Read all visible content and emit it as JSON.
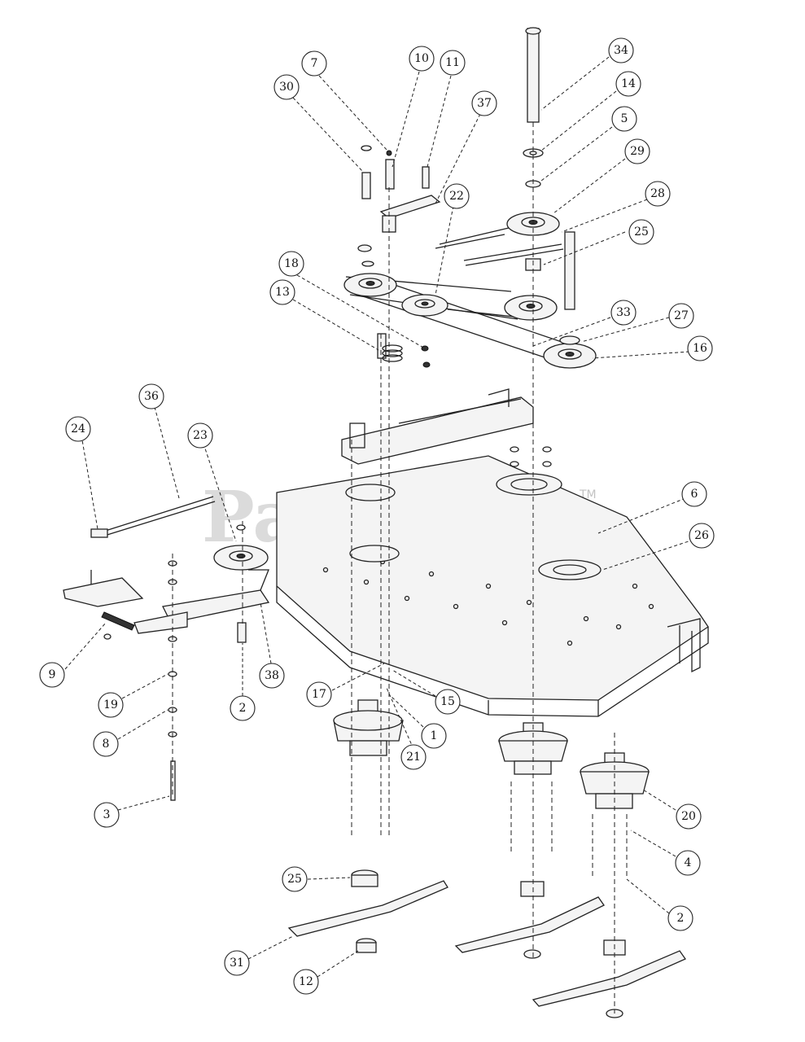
{
  "watermark": {
    "brand": "PartsTree",
    "mark": "TM"
  },
  "callouts": [
    {
      "label": "7"
    },
    {
      "label": "10"
    },
    {
      "label": "11"
    },
    {
      "label": "30"
    },
    {
      "label": "37"
    },
    {
      "label": "34"
    },
    {
      "label": "14"
    },
    {
      "label": "5"
    },
    {
      "label": "29"
    },
    {
      "label": "28"
    },
    {
      "label": "22"
    },
    {
      "label": "25"
    },
    {
      "label": "18"
    },
    {
      "label": "13"
    },
    {
      "label": "33"
    },
    {
      "label": "27"
    },
    {
      "label": "16"
    },
    {
      "label": "36"
    },
    {
      "label": "24"
    },
    {
      "label": "23"
    },
    {
      "label": "6"
    },
    {
      "label": "26"
    },
    {
      "label": "9"
    },
    {
      "label": "38"
    },
    {
      "label": "19"
    },
    {
      "label": "2"
    },
    {
      "label": "17"
    },
    {
      "label": "15"
    },
    {
      "label": "8"
    },
    {
      "label": "21"
    },
    {
      "label": "1"
    },
    {
      "label": "3"
    },
    {
      "label": "20"
    },
    {
      "label": "4"
    },
    {
      "label": "25"
    },
    {
      "label": "2"
    },
    {
      "label": "31"
    },
    {
      "label": "12"
    }
  ]
}
